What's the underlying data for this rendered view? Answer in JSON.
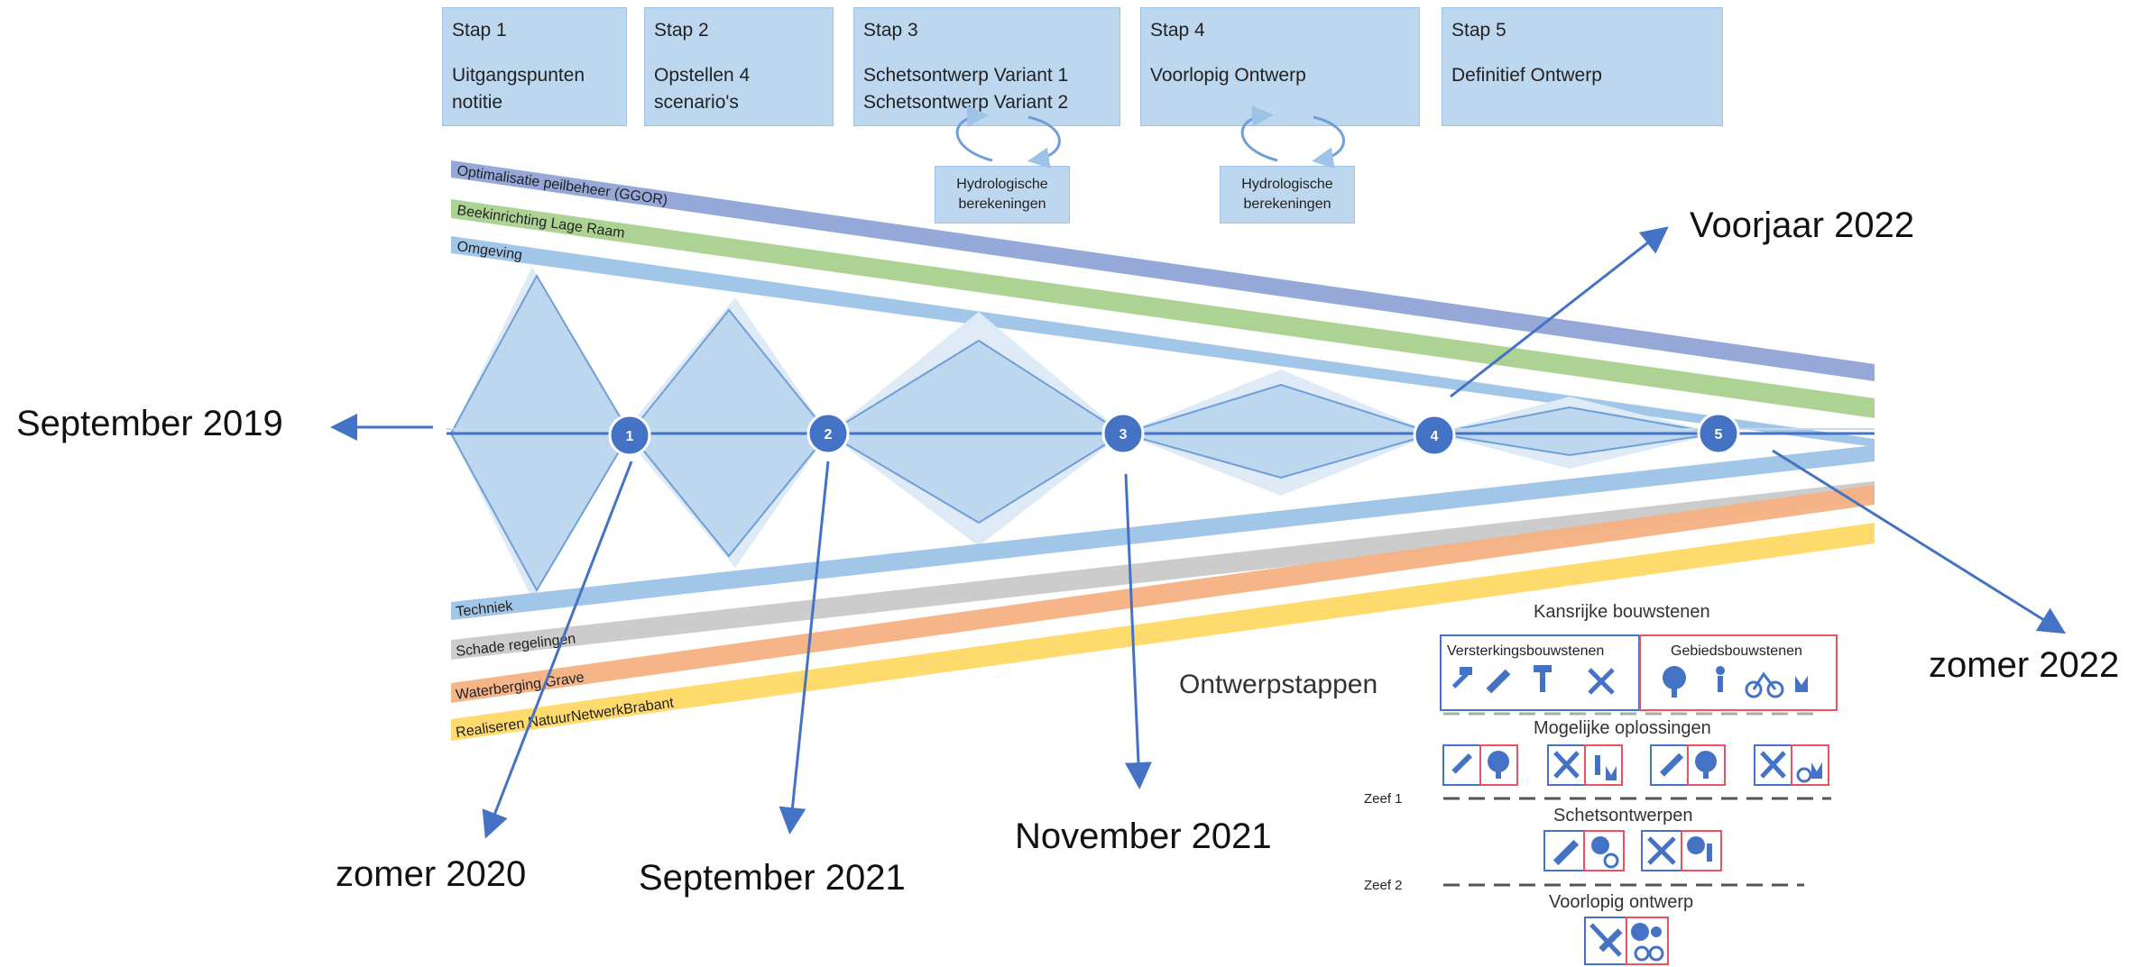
{
  "steps": [
    {
      "nr": "Stap 1",
      "desc": "Uitgangspunten\nnotitie"
    },
    {
      "nr": "Stap 2",
      "desc": "Opstellen 4\nscenario's"
    },
    {
      "nr": "Stap 3",
      "desc": "Schetsontwerp Variant 1\nSchetsontwerp Variant 2"
    },
    {
      "nr": "Stap 4",
      "desc": "Voorlopig Ontwerp"
    },
    {
      "nr": "Stap 5",
      "desc": "Definitief Ontwerp"
    }
  ],
  "hydro": [
    "Hydrologische\nberekeningen",
    "Hydrologische\nberekeningen"
  ],
  "bands_top": [
    {
      "label": "Optimalisatie peilbeheer (GGOR)",
      "color": "#8fa3d6"
    },
    {
      "label": "Beekinrichting Lage Raam",
      "color": "#a9d18e"
    },
    {
      "label": "Omgeving",
      "color": "#9dc3e6"
    }
  ],
  "bands_bottom": [
    {
      "label": "Techniek",
      "color": "#9dc3e6"
    },
    {
      "label": "Schade regelingen",
      "color": "#c9c9c9"
    },
    {
      "label": "Waterberging Grave",
      "color": "#f4b183"
    },
    {
      "label": "Realiseren NatuurNetwerkBrabant",
      "color": "#ffd966"
    }
  ],
  "milestones": [
    "1",
    "2",
    "3",
    "4",
    "5"
  ],
  "dates": {
    "start": "September 2019",
    "m1": "zomer 2020",
    "m2": "September 2021",
    "m3": "November 2021",
    "m4": "Voorjaar 2022",
    "m5": "zomer 2022"
  },
  "ontwerp": {
    "title": "Ontwerpstappen",
    "kansrijk": "Kansrijke bouwstenen",
    "versterking": "Versterkingsbouwstenen",
    "gebied": "Gebiedsbouwstenen",
    "mogelijk": "Mogelijke oplossingen",
    "zeef1": "Zeef 1",
    "schets": "Schetsontwerpen",
    "zeef2": "Zeef 2",
    "voorlopig": "Voorlopig ontwerp"
  },
  "colors": {
    "accent": "#4472c4",
    "diamond_fill": "#bdd7ee",
    "red_frame": "#e8535d",
    "blue_frame": "#4472c4"
  }
}
